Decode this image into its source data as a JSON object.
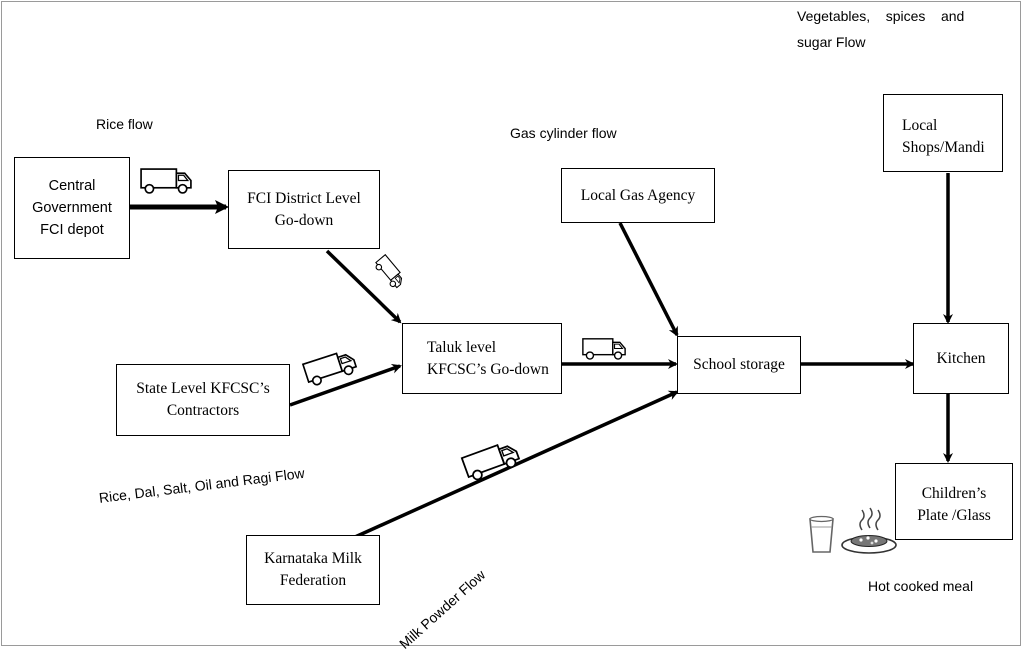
{
  "nodes": {
    "central_fci": "Central\nGovernment\nFCI depot",
    "fci_district": "FCI District Level\nGo-down",
    "taluk": "Taluk level\nKFCSC’s Go-down",
    "state_kfcsc": "State Level KFCSC’s\nContractors",
    "milk_federation": "Karnataka Milk\nFederation",
    "gas_agency": "Local Gas Agency",
    "school_storage": "School storage",
    "local_shops": "Local\nShops/Mandi",
    "kitchen": "Kitchen",
    "children_plate": "Children’s\nPlate /Glass"
  },
  "labels": {
    "rice_flow": "Rice flow",
    "gas_flow": "Gas cylinder flow",
    "veg_flow_line1": "Vegetables,    spices    and",
    "veg_flow_line2": "sugar Flow",
    "ration_flow": "Rice, Dal, Salt, Oil and Ragi Flow",
    "milk_flow": "Milk Powder Flow",
    "hot_meal": "Hot cooked meal"
  },
  "icons": [
    "truck-icon",
    "glass-icon",
    "plate-icon"
  ]
}
